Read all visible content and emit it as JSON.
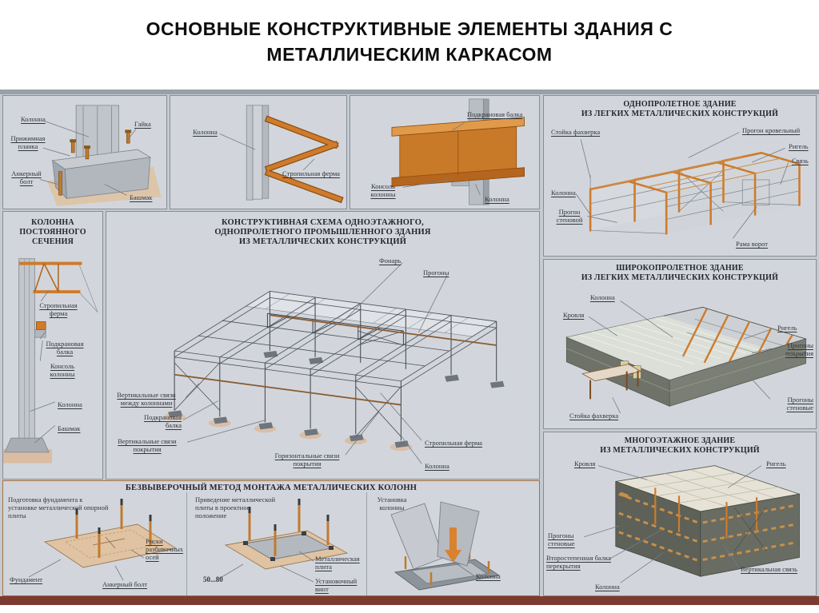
{
  "header": {
    "title_line1": "ОСНОВНЫЕ КОНСТРУКТИВНЫЕ ЭЛЕМЕНТЫ ЗДАНИЯ С",
    "title_line2": "МЕТАЛЛИЧЕСКИМ КАРКАСОМ"
  },
  "colors": {
    "accent_orange": "#cf7b2b",
    "steel_gray": "#b9bec4",
    "poster_background": "#c6cbd2",
    "bottom_band_maroon": "#7d3a31",
    "ground_tan": "#dcb694"
  },
  "panels": {
    "column_base": {
      "labels": {
        "column": "Колонна",
        "nut": "Гайка",
        "clamp_plate": "Прижимная планка",
        "anchor_bolt": "Анкерный болт",
        "shoe": "Башмак"
      }
    },
    "truss_to_column": {
      "labels": {
        "column": "Колонна",
        "roof_truss": "Стропильная ферма"
      }
    },
    "crane_beam": {
      "labels": {
        "crane_beam": "Подкрановая балка",
        "column_console": "Консоль колонны",
        "column": "Колонна"
      }
    },
    "single_span_building": {
      "title_line1": "ОДНОПРОЛЕТНОЕ ЗДАНИЕ",
      "title_line2": "ИЗ ЛЕГКИХ МЕТАЛЛИЧЕСКИХ КОНСТРУКЦИЙ",
      "labels": {
        "fachwerk_post": "Стойка фахверка",
        "roof_purlin": "Прогон кровельный",
        "crossbar": "Ригель",
        "brace": "Связь",
        "column": "Колонна",
        "wall_purlin": "Прогон стеновой",
        "gate_frame": "Рама ворот"
      }
    },
    "constant_section_column": {
      "title_line1": "КОЛОННА",
      "title_line2": "ПОСТОЯННОГО",
      "title_line3": "СЕЧЕНИЯ",
      "labels": {
        "roof_truss": "Стропильная ферма",
        "crane_beam": "Подкрановая балка",
        "column_console": "Консоль колонны",
        "column": "Колонна",
        "shoe": "Башмак"
      }
    },
    "structural_scheme": {
      "title_line1": "КОНСТРУКТИВНАЯ СХЕМА ОДНОЭТАЖНОГО,",
      "title_line2": "ОДНОПРОЛЕТНОГО ПРОМЫШЛЕННОГО ЗДАНИЯ",
      "title_line3": "ИЗ МЕТАЛЛИЧЕСКИХ КОНСТРУКЦИЙ",
      "labels": {
        "skylight": "Фонарь",
        "purlins": "Прогоны",
        "vertical_braces_columns": "Вертикальные связи между колоннами",
        "crane_beam": "Подкрановая балка",
        "vertical_braces_roof": "Вертикальные связи покрытия",
        "horizontal_braces_roof": "Горизонтальные связи покрытия",
        "roof_truss": "Стропильная ферма",
        "column": "Колонна"
      }
    },
    "wide_span_building": {
      "title_line1": "ШИРОКОПРОЛЕТНОЕ ЗДАНИЕ",
      "title_line2": "ИЗ ЛЕГКИХ МЕТАЛЛИЧЕСКИХ КОНСТРУКЦИЙ",
      "labels": {
        "column": "Колонна",
        "roof": "Кровля",
        "crossbar": "Ригель",
        "roof_purlins": "Прогоны покрытия",
        "wall_purlins": "Прогоны стеновые",
        "fachwerk_post": "Стойка фахверка"
      }
    },
    "multistory_building": {
      "title_line1": "МНОГОЭТАЖНОЕ ЗДАНИЕ",
      "title_line2": "ИЗ МЕТАЛЛИЧЕСКИХ КОНСТРУКЦИЙ",
      "labels": {
        "roof": "Кровля",
        "crossbar": "Ригель",
        "wall_purlins": "Прогоны стеновые",
        "secondary_beam": "Второстепенная балка перекрытия",
        "column": "Колонна",
        "vertical_brace": "Вертикальная связь"
      }
    },
    "mounting_method": {
      "title": "БЕЗВЫВЕРОЧНЫЙ МЕТОД МОНТАЖА МЕТАЛЛИЧЕСКИХ КОЛОНН",
      "step1": {
        "caption": "Подготовка фундамента к установке металлической опорной плиты",
        "labels": {
          "foundation": "Фундамент",
          "axis_marks": "Риски разбивочных осей",
          "anchor_bolt": "Анкерный болт"
        }
      },
      "step2": {
        "caption": "Приведение металлической плиты в проектное положение",
        "dimension": "50...80",
        "labels": {
          "metal_plate": "Металлическая плита",
          "adjusting_screw": "Установочный винт"
        }
      },
      "step3": {
        "caption": "Установка колонны",
        "labels": {
          "column": "Колонна"
        }
      }
    }
  }
}
